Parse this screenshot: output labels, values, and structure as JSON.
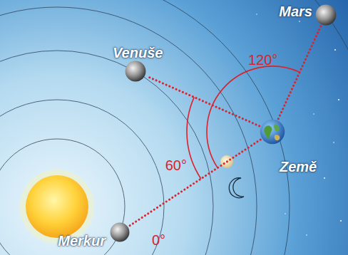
{
  "diagram": {
    "nodes": [
      {
        "text": [
          "Venuše"
        ]
      },
      {
        "text": [
          "Mars"
        ]
      },
      {
        "text": [
          "Merkur"
        ]
      },
      {
        "text": [
          "Země"
        ]
      }
    ],
    "edges": [
      {
        "from": 3,
        "to": 0,
        "arrow": "none"
      },
      {
        "from": 3,
        "to": 1,
        "arrow": "none"
      },
      {
        "from": 3,
        "to": 2,
        "arrow": "none"
      }
    ],
    "labels": [
      "120°",
      "60°",
      "0°"
    ]
  }
}
